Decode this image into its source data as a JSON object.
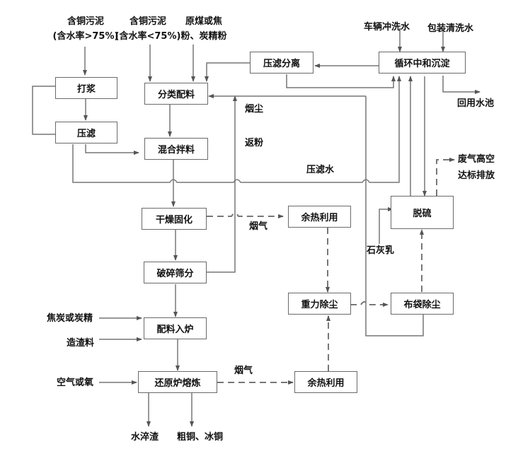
{
  "inputs": {
    "sludge_high": [
      "含铜污泥",
      "(含水率>75%)"
    ],
    "sludge_low": [
      "含铜污泥",
      "(含水率<75%)"
    ],
    "coal": [
      "原煤或焦",
      "粉、炭精粉"
    ],
    "vehicle_wash": "车辆冲洗水",
    "package_wash": "包装清洗水",
    "coke": "焦炭或炭精",
    "slag_material": "造渣料",
    "air": "空气或氧",
    "lime": "石灰乳"
  },
  "boxes": {
    "pulping": "打浆",
    "filter_press": "压滤",
    "sorting": "分类配料",
    "mixing": "混合拌料",
    "drying": "干燥固化",
    "crushing": "破碎筛分",
    "charging": "配料入炉",
    "smelting": "还原炉熔炼",
    "press_separation": "压滤分离",
    "neutralize": "循环中和沉淀",
    "waste_heat_1": "余热利用",
    "gravity_dust": "重力除尘",
    "waste_heat_2": "余热利用",
    "desulfur": "脱硫",
    "bag_dust": "布袋除尘"
  },
  "labels": {
    "dust": "烟尘",
    "return_powder": "返粉",
    "filtrate": "压滤水",
    "flue_gas_1": "烟气",
    "flue_gas_2": "烟气",
    "reuse_pool": "回用水池",
    "exhaust": [
      "废气高空",
      "达标排放"
    ],
    "water_slag": "水淬渣",
    "copper": "粗铜、冰铜"
  }
}
